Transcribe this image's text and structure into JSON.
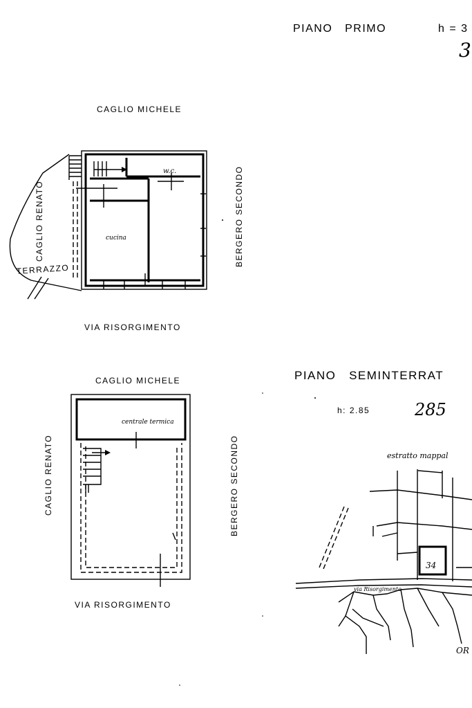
{
  "first_floor": {
    "title": "PIANO   PRIMO",
    "height_label": "h = 3",
    "height_handwritten": "3",
    "north_neighbor": "CAGLIO MICHELE",
    "west_neighbor": "CAGLIO RENATO",
    "east_neighbor": "BERGERO SECONDO",
    "south_street": "VIA RISORGIMENTO",
    "terrace_label": "TERRAZZO",
    "room_kitchen": "cucina",
    "room_wc": "w.c."
  },
  "basement": {
    "title": "PIANO   SEMINTERRAT",
    "height_label": "h: 2.85",
    "height_handwritten": "285",
    "north_neighbor": "CAGLIO MICHELE",
    "west_neighbor": "CAGLIO RENATO",
    "east_neighbor": "BERGERO SECONDO",
    "south_street": "VIA RISORGIMENTO",
    "room_boiler": "centrale termica"
  },
  "cadastral_map": {
    "title": "estratto mappal",
    "parcel_number": "34",
    "street_label": "via Risorgimento",
    "corner_text": "OR"
  }
}
